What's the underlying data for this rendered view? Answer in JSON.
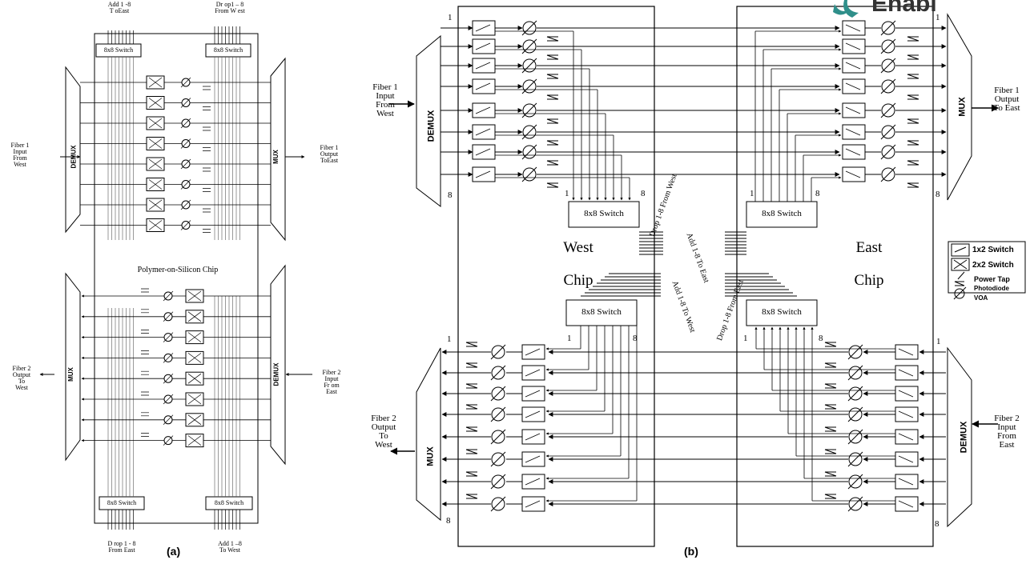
{
  "panel_a": {
    "label": "(a)",
    "chip_label": "Polymer-on-Silicon Chip",
    "add_top": [
      "Add  1 -8",
      "T oEast"
    ],
    "drop_top": [
      "Dr op1 – 8",
      "From  W est"
    ],
    "drop_bottom": [
      "D rop  1 - 8",
      "From  East"
    ],
    "add_bottom": [
      "Add  1 –8",
      "To West"
    ],
    "switch_label": "8x8   Switch",
    "switch_label_bl": "8x8   Switch",
    "switch_label_br": "8x8  Switch",
    "demux": "DEMUX",
    "mux": "MUX",
    "fiber1_in": [
      "Fiber 1",
      "Input",
      "From",
      "West"
    ],
    "fiber1_out": [
      "Fiber 1",
      "Output",
      "ToEast"
    ],
    "fiber2_out": [
      "Fiber 2",
      "Output",
      "To",
      "West"
    ],
    "fiber2_in": [
      "Fiber 2",
      "Input",
      "Fr om",
      "East"
    ]
  },
  "panel_b": {
    "label": "(b)",
    "west_chip": [
      "West",
      "Chip"
    ],
    "east_chip": [
      "East",
      "Chip"
    ],
    "switch_label": "8x8 Switch",
    "demux": "DEMUX",
    "mux": "MUX",
    "fiber1_in": [
      "Fiber 1",
      "Input",
      "From",
      "West"
    ],
    "fiber1_out": [
      "Fiber 1",
      "Output",
      "To East"
    ],
    "fiber2_out": [
      "Fiber 2",
      "Output",
      "To",
      "West"
    ],
    "fiber2_in": [
      "Fiber 2",
      "Input",
      "From",
      "East"
    ],
    "port_1": "1",
    "port_8": "8",
    "legend": {
      "items": [
        "1x2 Switch",
        "2x2 Switch",
        "Power Tap",
        "Photodiode",
        "VOA"
      ]
    },
    "rotated_labels": [
      "Drop 1-8 From West",
      "Add 1-8 To East",
      "Drop 1-8 From East",
      "Add 1-8 To West"
    ]
  },
  "logo_text": "Enabl"
}
